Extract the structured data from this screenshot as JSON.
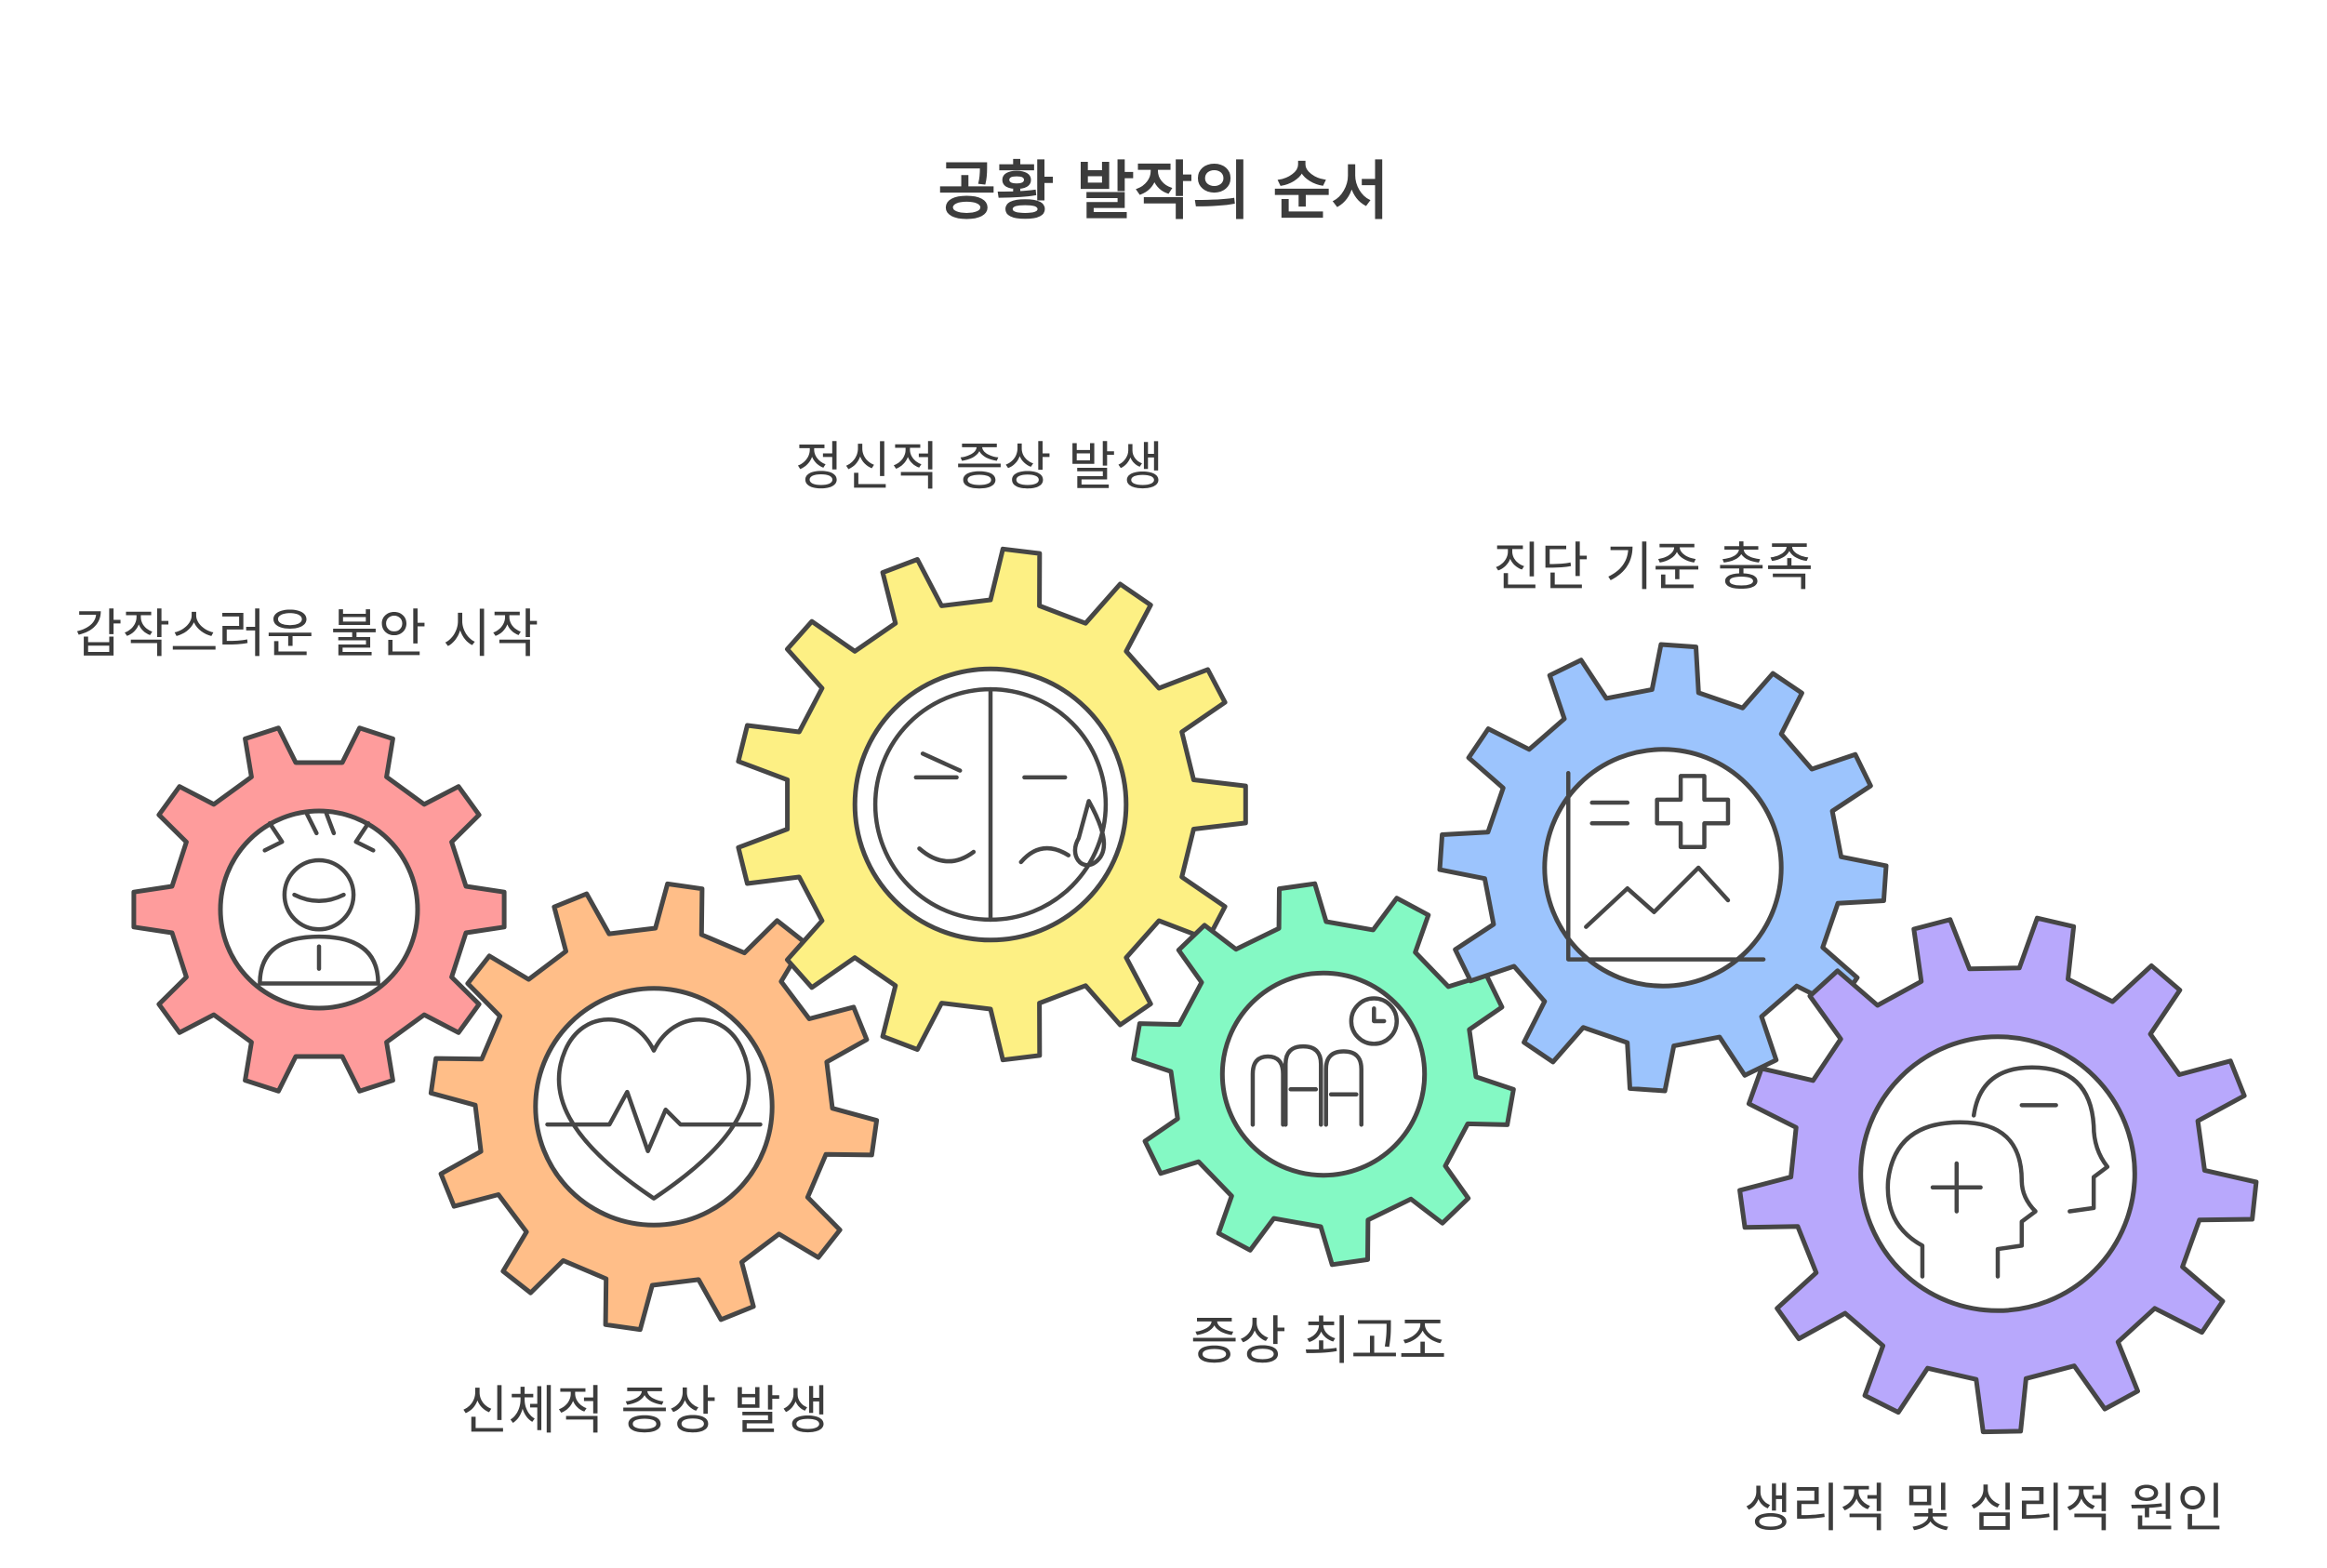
{
  "title": "공황 발작의 순서",
  "steps": [
    {
      "label": "갑작스러운 불안 시작",
      "color": "#fe9c9c",
      "icon": "anxious-person-icon"
    },
    {
      "label": "신체적 증상 발생",
      "color": "#ffbe88",
      "icon": "heartbeat-icon"
    },
    {
      "label": "정신적 증상 발생",
      "color": "#fdf084",
      "icon": "sad-face-tear-icon"
    },
    {
      "label": "증상 최고조",
      "color": "#84f9c4",
      "icon": "fingers-clock-icon"
    },
    {
      "label": "진단 기준 충족",
      "color": "#9cc4fd",
      "icon": "medical-chart-icon"
    },
    {
      "label": "생리적 및 심리적 원인",
      "color": "#b8a8fc",
      "icon": "heads-plus-minus-icon"
    }
  ],
  "stroke_color": "#464646"
}
